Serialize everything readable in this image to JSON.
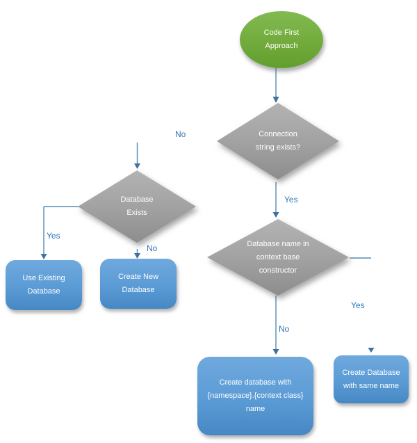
{
  "diagram": {
    "type": "flowchart",
    "title": "Code First Approach database creation flowchart"
  },
  "colors": {
    "start_fill": "#72ab3c",
    "decision_fill": "#9d9d9d",
    "process_fill": "#5b9bd5",
    "connector": "#538bb5",
    "edge_label_text": "#2e75b6",
    "node_text": "#ffffff",
    "background": "#ffffff"
  },
  "nodes": {
    "start": {
      "shape": "ellipse",
      "text": "Code First Approach",
      "lines": [
        "Code First",
        "Approach"
      ]
    },
    "connection_string_exists": {
      "shape": "decision",
      "text": "Connection string exists?",
      "lines": [
        "Connection",
        "string exists?"
      ]
    },
    "database_exists": {
      "shape": "decision",
      "text": "Database Exists",
      "lines": [
        "Database",
        "Exists"
      ]
    },
    "use_existing_database": {
      "shape": "process",
      "text": "Use Existing Database",
      "lines": [
        "Use Existing",
        "Database"
      ]
    },
    "create_new_database": {
      "shape": "process",
      "text": "Create New Database",
      "lines": [
        "Create New",
        "Database"
      ]
    },
    "database_name_in_constructor": {
      "shape": "decision",
      "text": "Database name in context base constructor",
      "lines": [
        "Database name in",
        "context base",
        "constructor"
      ]
    },
    "create_database_with_namespace": {
      "shape": "process",
      "text": "Create database with {namespace}.{context class} name",
      "lines": [
        "Create database with",
        "{namespace}.{context class}",
        "name"
      ]
    },
    "create_database_same_name": {
      "shape": "process",
      "text": "Create Database with same name",
      "lines": [
        "Create Database",
        "with same name"
      ]
    }
  },
  "edge_labels": {
    "no_connection_string": "No",
    "yes_connection_string": "Yes",
    "yes_database_exists": "Yes",
    "no_database_exists": "No",
    "no_database_name": "No",
    "yes_database_name": "Yes"
  },
  "edges": [
    {
      "from": "start",
      "to": "connection_string_exists",
      "label": ""
    },
    {
      "from": "connection_string_exists",
      "to": "database_exists",
      "label": "No"
    },
    {
      "from": "connection_string_exists",
      "to": "database_name_in_constructor",
      "label": "Yes"
    },
    {
      "from": "database_exists",
      "to": "use_existing_database",
      "label": "Yes"
    },
    {
      "from": "database_exists",
      "to": "create_new_database",
      "label": "No"
    },
    {
      "from": "database_name_in_constructor",
      "to": "create_database_with_namespace",
      "label": "No"
    },
    {
      "from": "database_name_in_constructor",
      "to": "create_database_same_name",
      "label": "Yes"
    }
  ]
}
